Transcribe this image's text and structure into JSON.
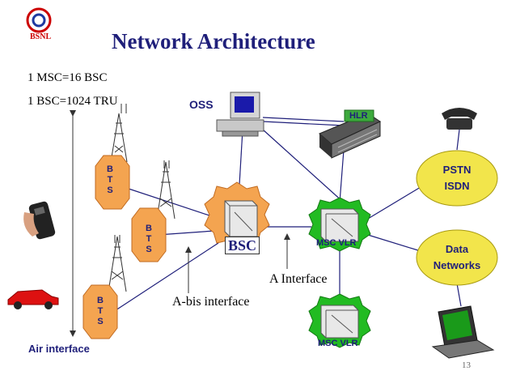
{
  "logo": {
    "text": "BSNL"
  },
  "title": "Network Architecture",
  "notes": [
    "1 MSC=16 BSC",
    "1 BSC=1024 TRU"
  ],
  "nodes": {
    "oss": "OSS",
    "hlr": "HLR",
    "bsc": "BSC",
    "msc1": "MSC VLR",
    "msc2": "MSC VLR",
    "pstn": [
      "PSTN",
      "ISDN"
    ],
    "data": [
      "Data",
      "Networks"
    ],
    "bts": [
      "B",
      "T",
      "S"
    ]
  },
  "interfaces": {
    "a": "A Interface",
    "abis": "A-bis interface",
    "air": "Air interface"
  },
  "page_number": "13",
  "colors": {
    "title": "#1f1f7a",
    "bsc_gear": "#f4a450",
    "msc_gear": "#22bb22",
    "cloud": "#f2e54b",
    "logo": "#cc0000"
  }
}
